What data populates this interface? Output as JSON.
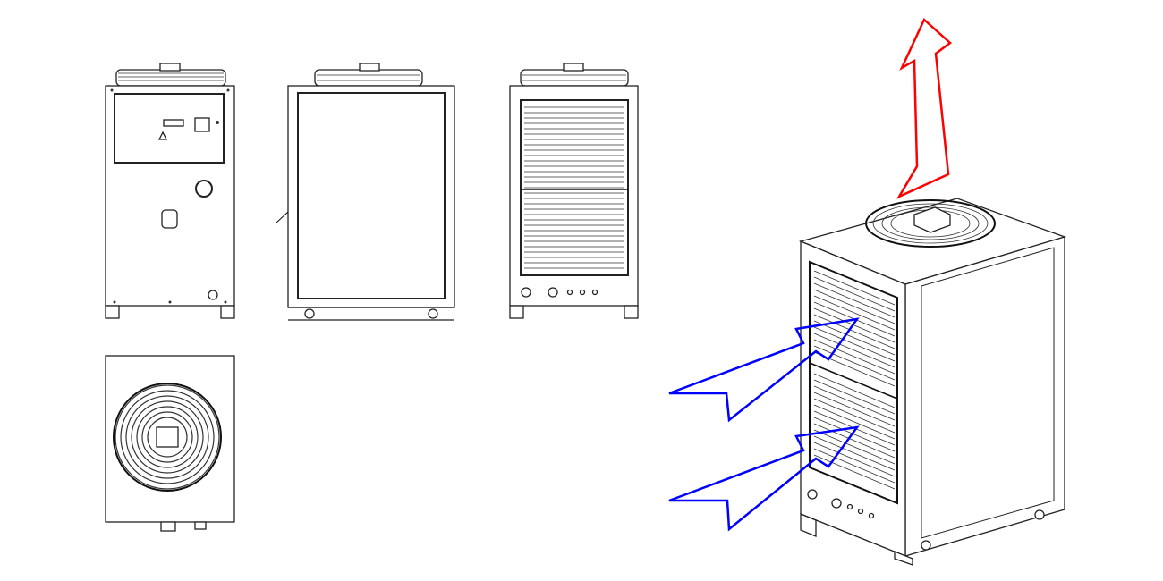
{
  "colors": {
    "exhaust_arrow": "#ff0000",
    "intake_arrow": "#0000ff",
    "line": "#222222"
  },
  "views": [
    "front-view",
    "side-view",
    "rear-view",
    "top-view",
    "isometric-view"
  ],
  "icons": {
    "exhaust": "arrow-up-icon",
    "intake": "arrow-right-icon",
    "fan": "fan-icon"
  }
}
